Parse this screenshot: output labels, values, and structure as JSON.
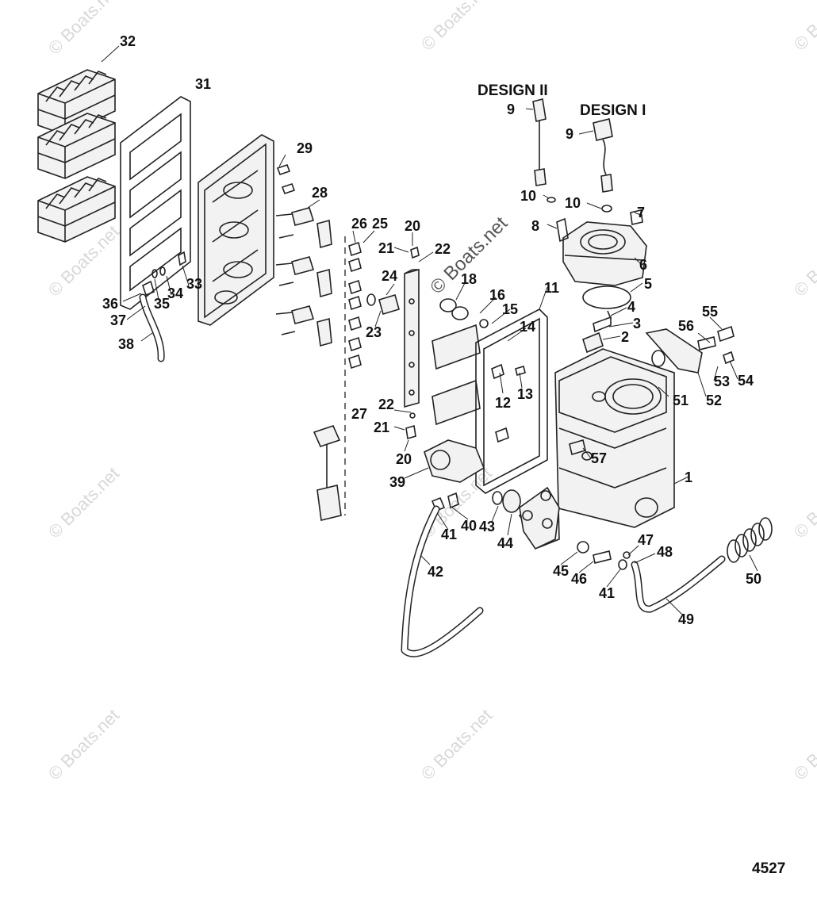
{
  "diagram": {
    "labels": {
      "design_1": "DESIGN I",
      "design_2": "DESIGN II",
      "figure_number": "4527"
    },
    "watermark": {
      "text": "© Boats.net"
    },
    "callouts": [
      "1",
      "2",
      "3",
      "4",
      "5",
      "6",
      "7",
      "8",
      "9",
      "9",
      "10",
      "10",
      "11",
      "12",
      "13",
      "14",
      "15",
      "16",
      "18",
      "20",
      "20",
      "21",
      "21",
      "22",
      "22",
      "23",
      "24",
      "25",
      "26",
      "27",
      "28",
      "29",
      "31",
      "32",
      "33",
      "34",
      "35",
      "36",
      "37",
      "38",
      "39",
      "40",
      "41",
      "41",
      "42",
      "43",
      "44",
      "45",
      "46",
      "47",
      "48",
      "49",
      "50",
      "51",
      "52",
      "53",
      "54",
      "55",
      "56",
      "57"
    ]
  }
}
